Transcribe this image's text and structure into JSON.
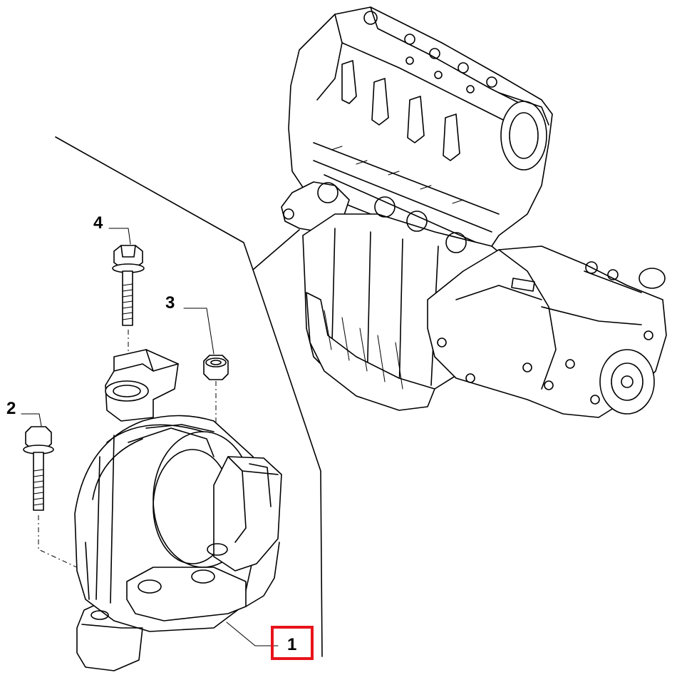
{
  "callouts": {
    "part1": "1",
    "part2": "2",
    "part3": "3",
    "part4": "4"
  },
  "highlight": {
    "color": "#e8141b",
    "target": "1"
  },
  "colors": {
    "line": "#000000",
    "background": "#ffffff"
  }
}
